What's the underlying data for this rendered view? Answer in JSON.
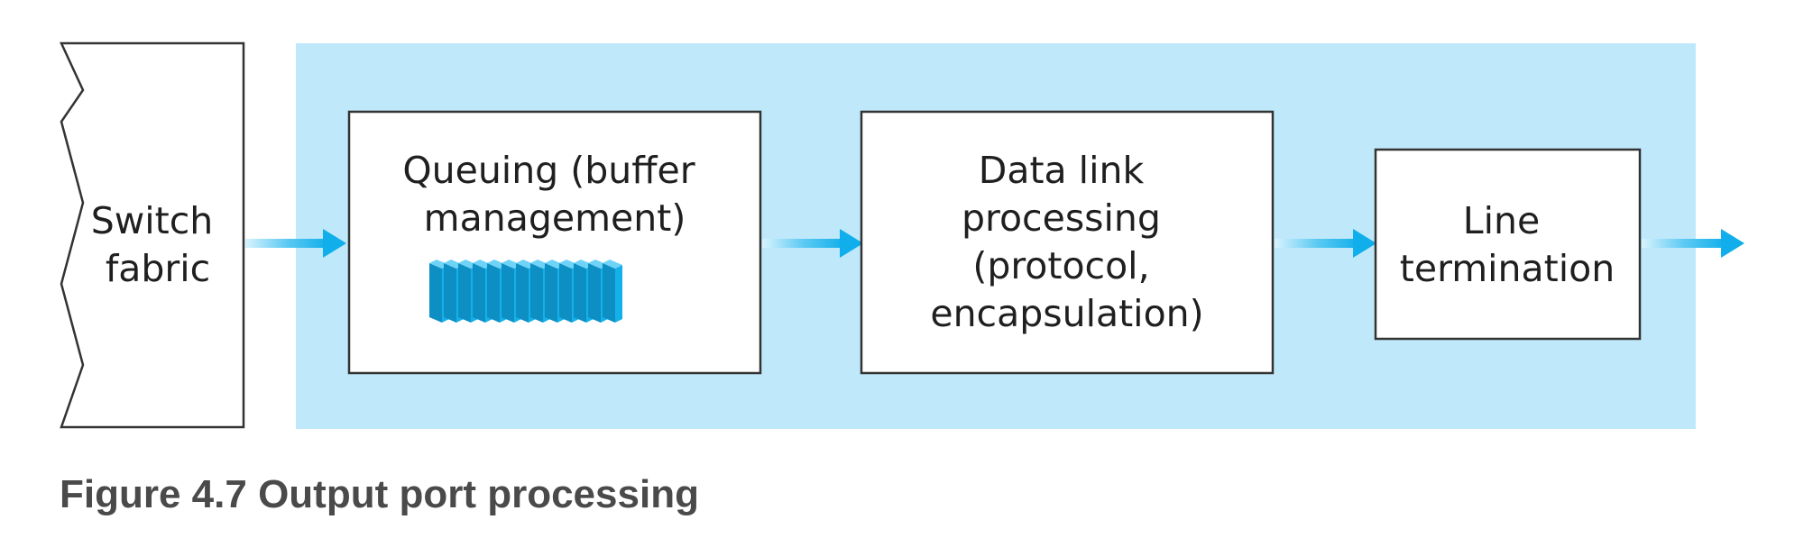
{
  "colors": {
    "port_background": "#bfe9fb",
    "box_fill": "#ffffff",
    "box_stroke": "#333333",
    "arrow": "#1fb6ee",
    "queue_packets": "#14b0ea",
    "caption_text": "#4a4a4a"
  },
  "switch_fabric": {
    "label_lines": [
      "Switch",
      "fabric"
    ]
  },
  "stages": [
    {
      "id": "queuing",
      "label_lines": [
        "Queuing (buffer",
        "management)"
      ],
      "queue_packet_count": 13
    },
    {
      "id": "data-link",
      "label_lines": [
        "Data link",
        "processing",
        "(protocol,",
        "encapsulation)"
      ]
    },
    {
      "id": "line-termination",
      "label_lines": [
        "Line",
        "termination"
      ]
    }
  ],
  "caption": "Figure 4.7 Output port processing"
}
